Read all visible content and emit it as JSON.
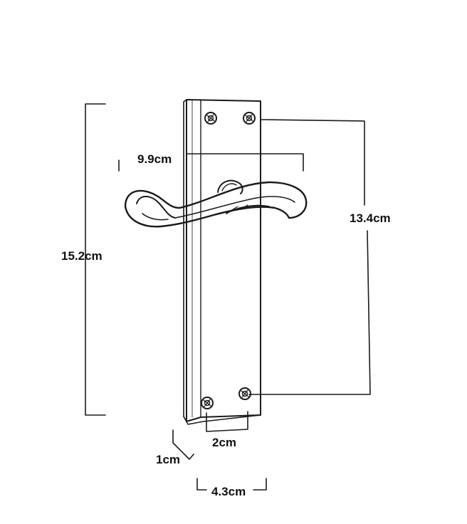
{
  "dimensions": {
    "height_total": "15.2cm",
    "handle_width": "9.9cm",
    "screw_spacing_vertical": "13.4cm",
    "screw_spacing_horizontal": "2cm",
    "plate_depth": "1cm",
    "plate_width": "4.3cm"
  },
  "colors": {
    "ink": "#1a1a1a",
    "background": "#ffffff"
  }
}
